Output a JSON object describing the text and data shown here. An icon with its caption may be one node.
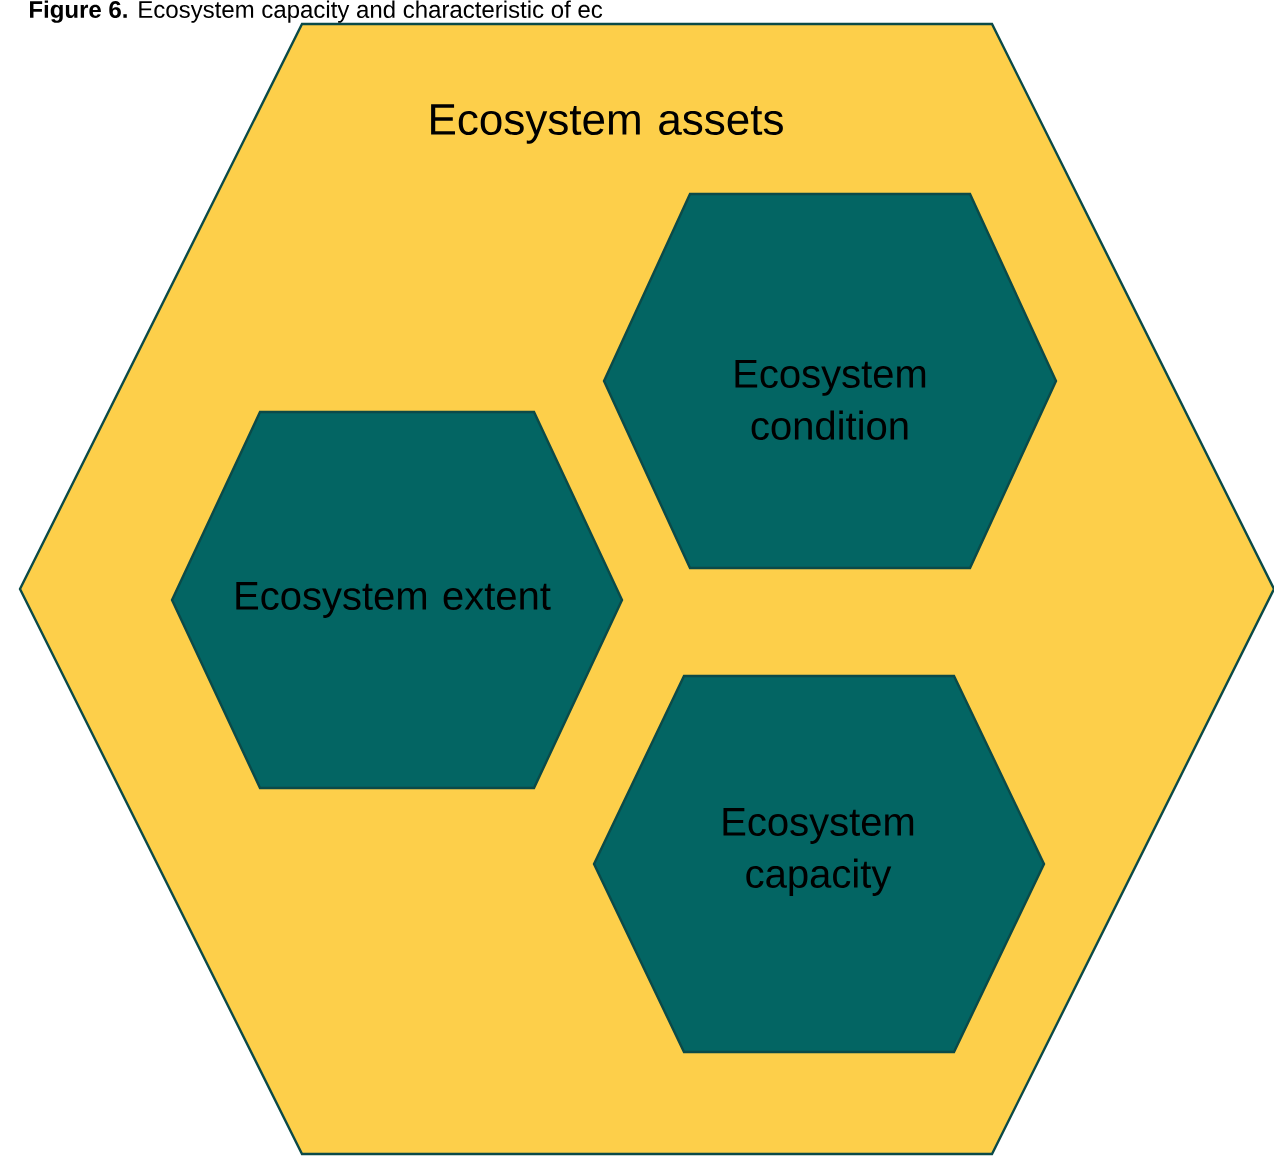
{
  "diagram": {
    "caption": "**Figure 6.** Ecosystem capacity and characteristic of ec",
    "nodes": [
      {
        "text": [
          "Ecosystem assets"
        ]
      },
      {
        "text": [
          "Ecosystem condition"
        ],
        "in": 0
      },
      {
        "text": [
          "Ecosystem extent"
        ],
        "in": 0
      },
      {
        "text": [
          "Ecosystem capacity"
        ],
        "in": 0
      }
    ]
  }
}
